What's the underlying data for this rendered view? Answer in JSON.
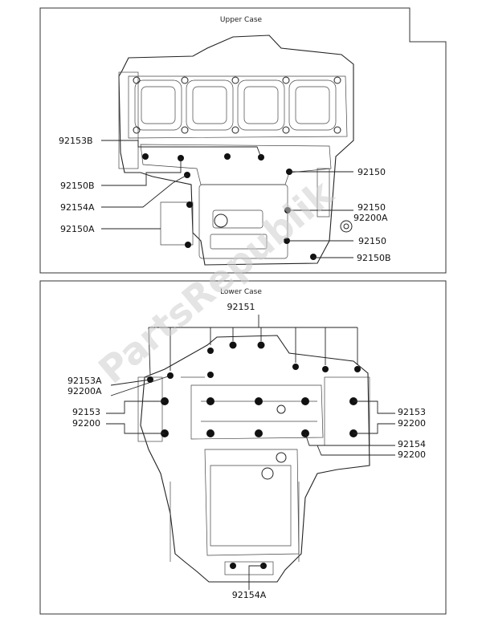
{
  "sections": {
    "upper": {
      "title": "Upper Case"
    },
    "lower": {
      "title": "Lower Case"
    }
  },
  "watermark": "PartsRepublik",
  "upper_labels": {
    "l1": "92153B",
    "l2": "92150B",
    "l3": "92154A",
    "l4": "92150A",
    "r1": "92150",
    "r2": "92150",
    "r3": "92200A",
    "r4": "92150",
    "r5": "92150B"
  },
  "lower_labels": {
    "top": "92151",
    "l1": "92153A",
    "l2": "92200A",
    "l3": "92153",
    "l4": "92200",
    "r1": "92153",
    "r2": "92200",
    "r3": "92154",
    "r4": "92200",
    "bottom": "92154A"
  },
  "colors": {
    "line": "#222222",
    "watermark": "#cfcfcf"
  }
}
